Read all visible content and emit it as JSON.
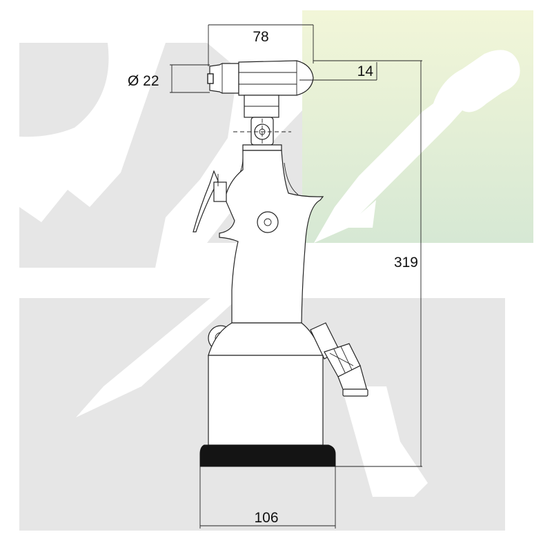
{
  "diagram": {
    "dimensions": {
      "top_width": "78",
      "nozzle_diameter": "Ø 22",
      "nose_offset": "14",
      "overall_height": "319",
      "base_width": "106"
    },
    "colors": {
      "watermark_gray": "#e6e6e6",
      "watermark_green_top": "#f2f6d8",
      "watermark_green_bottom": "#d6e8d4",
      "outline": "#222222",
      "base_ring": "#141414"
    },
    "background_graphic": "tool-watermark-logo"
  }
}
